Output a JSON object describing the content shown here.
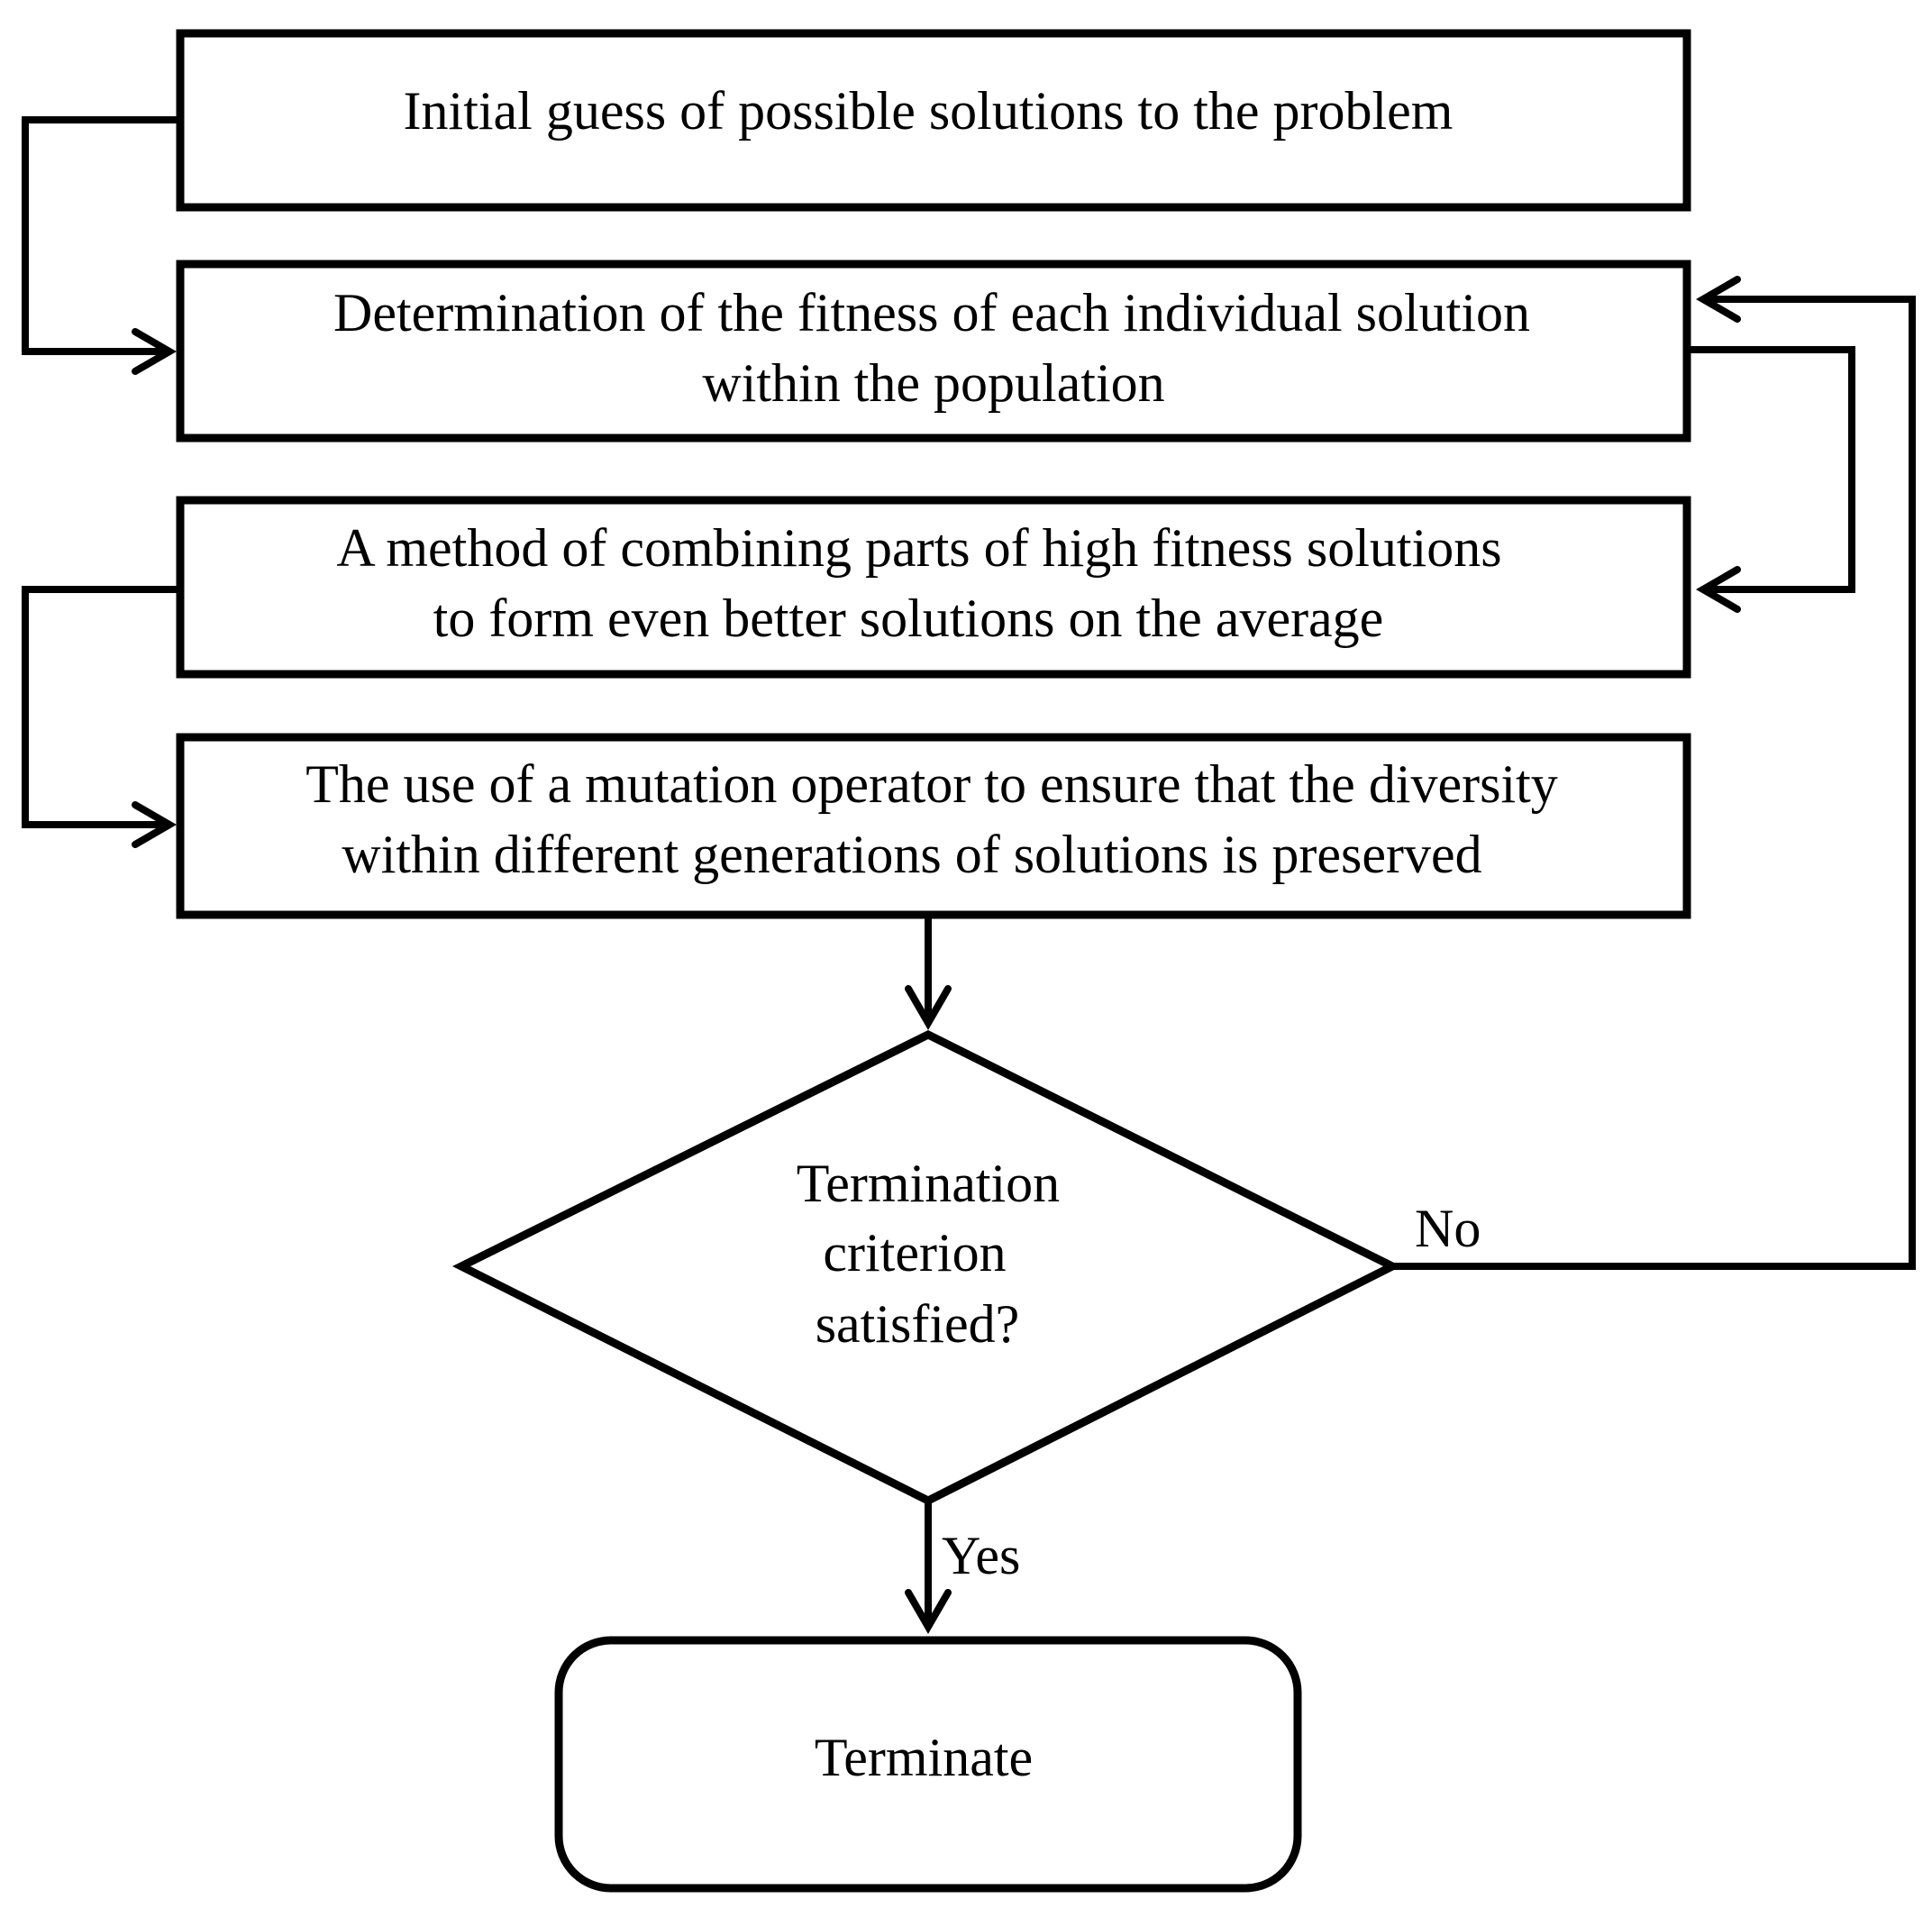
{
  "nodes": {
    "initial_guess": {
      "lines": [
        "Initial guess of possible solutions to the problem"
      ]
    },
    "fitness": {
      "lines": [
        "Determination of the fitness of each individual solution",
        "within the population"
      ]
    },
    "crossover": {
      "lines": [
        "A method of combining parts of high fitness solutions",
        "to form even better solutions on the average"
      ]
    },
    "mutation": {
      "lines": [
        "The use of a mutation operator to ensure that the diversity",
        "within different generations of solutions is preserved"
      ]
    },
    "decision": {
      "lines": [
        "Termination",
        "criterion",
        "satisfied?"
      ]
    },
    "terminate": {
      "lines": [
        "Terminate"
      ]
    }
  },
  "edges": {
    "no_label": "No",
    "yes_label": "Yes"
  },
  "colors": {
    "stroke": "#000000",
    "background": "#ffffff"
  }
}
